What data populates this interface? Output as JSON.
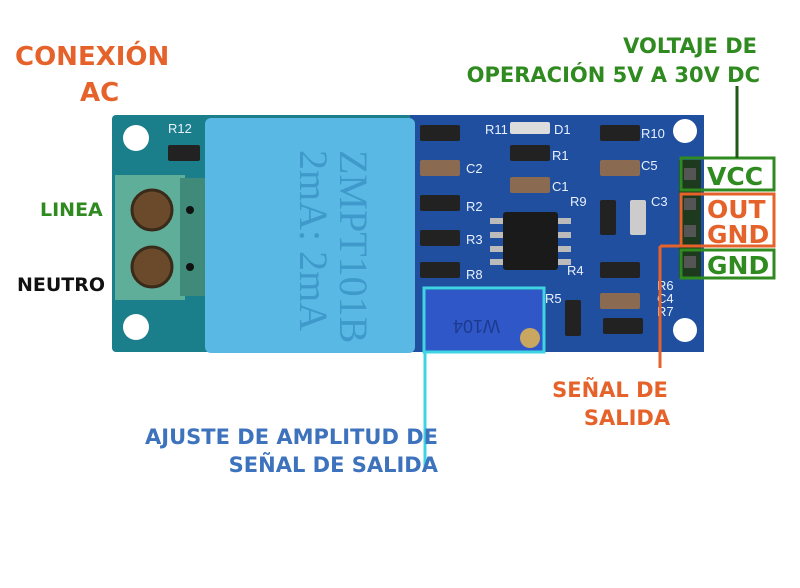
{
  "annotations": {
    "connection_title_line1": "CONEXIÓN",
    "connection_title_line2": "AC",
    "line": "LINEA",
    "neutral": "NEUTRO",
    "supply_line1": "VOLTAJE DE",
    "supply_line2": "OPERACIÓN 5V A 30V DC",
    "pin_vcc": "VCC",
    "pin_out": "OUT",
    "pin_gnd1": "GND",
    "pin_gnd2": "GND",
    "signal_line1": "SEÑAL DE",
    "signal_line2": "SALIDA",
    "adjust_line1": "AJUSTE DE AMPLITUD DE",
    "adjust_line2": "SEÑAL DE SALIDA"
  },
  "board": {
    "transformer_model": "ZMPT101B",
    "transformer_ratio": "2mA: 2mA",
    "potentiometer_marking": "W104",
    "silkscreen": [
      "R12",
      "R11",
      "D1",
      "R10",
      "R1",
      "C2",
      "C5",
      "C1",
      "R2",
      "R9",
      "C3",
      "R3",
      "R8",
      "R4",
      "R5",
      "R6",
      "C4",
      "R7"
    ]
  },
  "colors": {
    "orange": "#e5622a",
    "green": "#2f8a1f",
    "blue": "#3d72bd",
    "cyan": "#3fd4e3",
    "pcb": "#1f4f9e",
    "transformer": "#5ab8e4"
  }
}
